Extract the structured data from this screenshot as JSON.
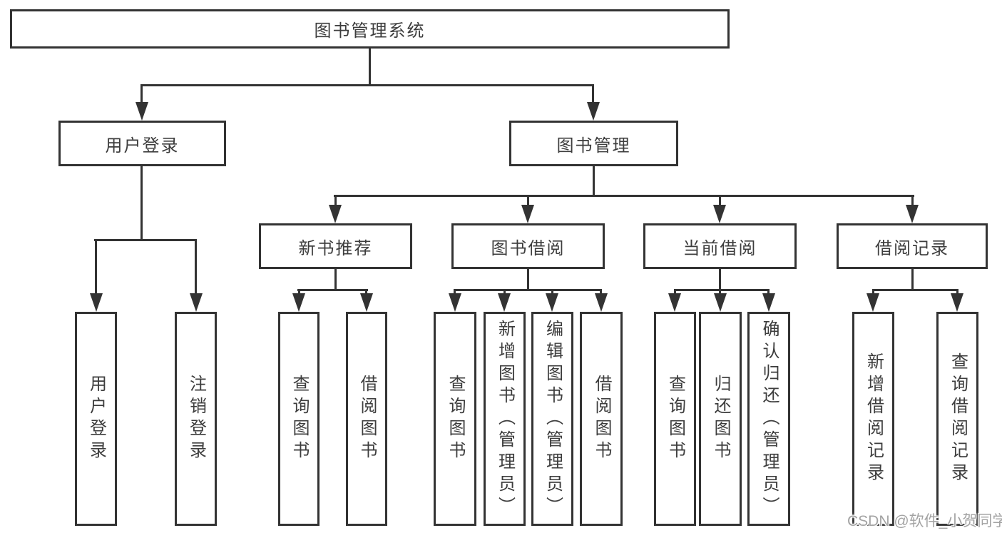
{
  "colors": {
    "line": "#333333",
    "box_border": "#333333",
    "box_fill": "#ffffff",
    "text": "#3d3d3d",
    "background": "#ffffff",
    "watermark_text": "#a3a3a3"
  },
  "tree": {
    "root": {
      "label": "图书管理系统"
    },
    "branches": [
      {
        "label": "用户登录",
        "leaves": [
          {
            "label": "用户登录"
          },
          {
            "label": "注销登录"
          }
        ]
      },
      {
        "label": "图书管理",
        "groups": [
          {
            "label": "新书推荐",
            "leaves": [
              {
                "label": "查询图书"
              },
              {
                "label": "借阅图书"
              }
            ]
          },
          {
            "label": "图书借阅",
            "leaves": [
              {
                "label": "查询图书"
              },
              {
                "label": "新增图书（管理员）"
              },
              {
                "label": "编辑图书（管理员）"
              },
              {
                "label": "借阅图书"
              }
            ]
          },
          {
            "label": "当前借阅",
            "leaves": [
              {
                "label": "查询图书"
              },
              {
                "label": "归还图书"
              },
              {
                "label": "确认归还（管理员）"
              }
            ]
          },
          {
            "label": "借阅记录",
            "leaves": [
              {
                "label": "新增借阅记录"
              },
              {
                "label": "查询借阅记录"
              }
            ]
          }
        ]
      }
    ]
  },
  "watermark": {
    "text": "CSDN @软件_小贺同学"
  }
}
